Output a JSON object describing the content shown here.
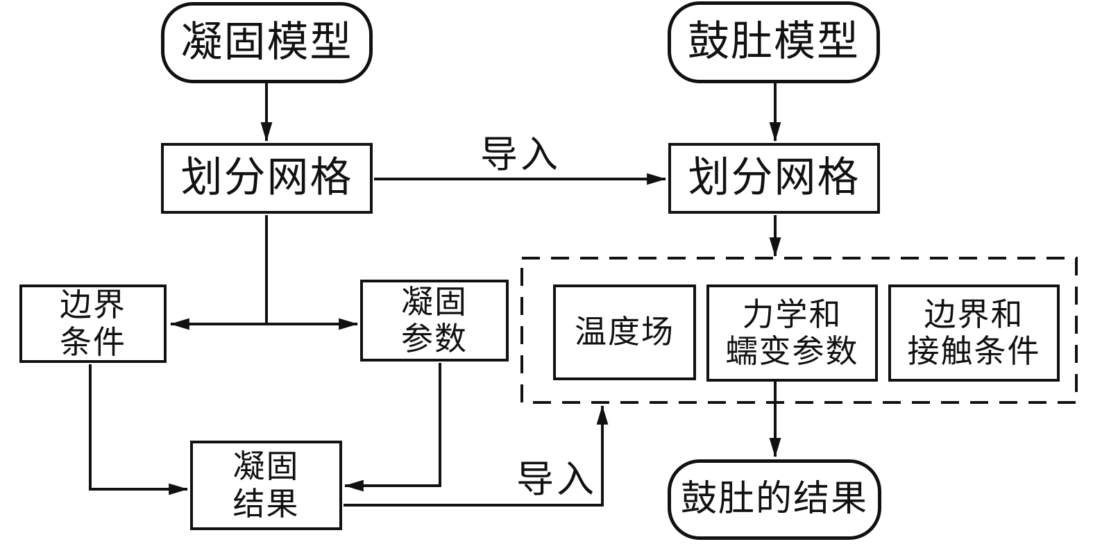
{
  "diagram": {
    "title": "solidification-bulging-coupled-simulation-flowchart",
    "background_color": "#ffffff",
    "line_color": "#111111",
    "nodes": {
      "solidification_model": "凝固模型",
      "bulging_model": "鼓肚模型",
      "mesh_left": "划分网格",
      "mesh_right": "划分网格",
      "boundary_conditions": "边界\n条件",
      "solidification_params": "凝固\n参数",
      "temperature_field": "温度场",
      "mech_creep_params": "力学和\n蠕变参数",
      "boundary_contact_conditions": "边界和\n接触条件",
      "solidification_result": "凝固\n结果",
      "bulging_result": "鼓肚的结果"
    },
    "edge_labels": {
      "import_top": "导入",
      "import_bottom": "导入"
    }
  }
}
